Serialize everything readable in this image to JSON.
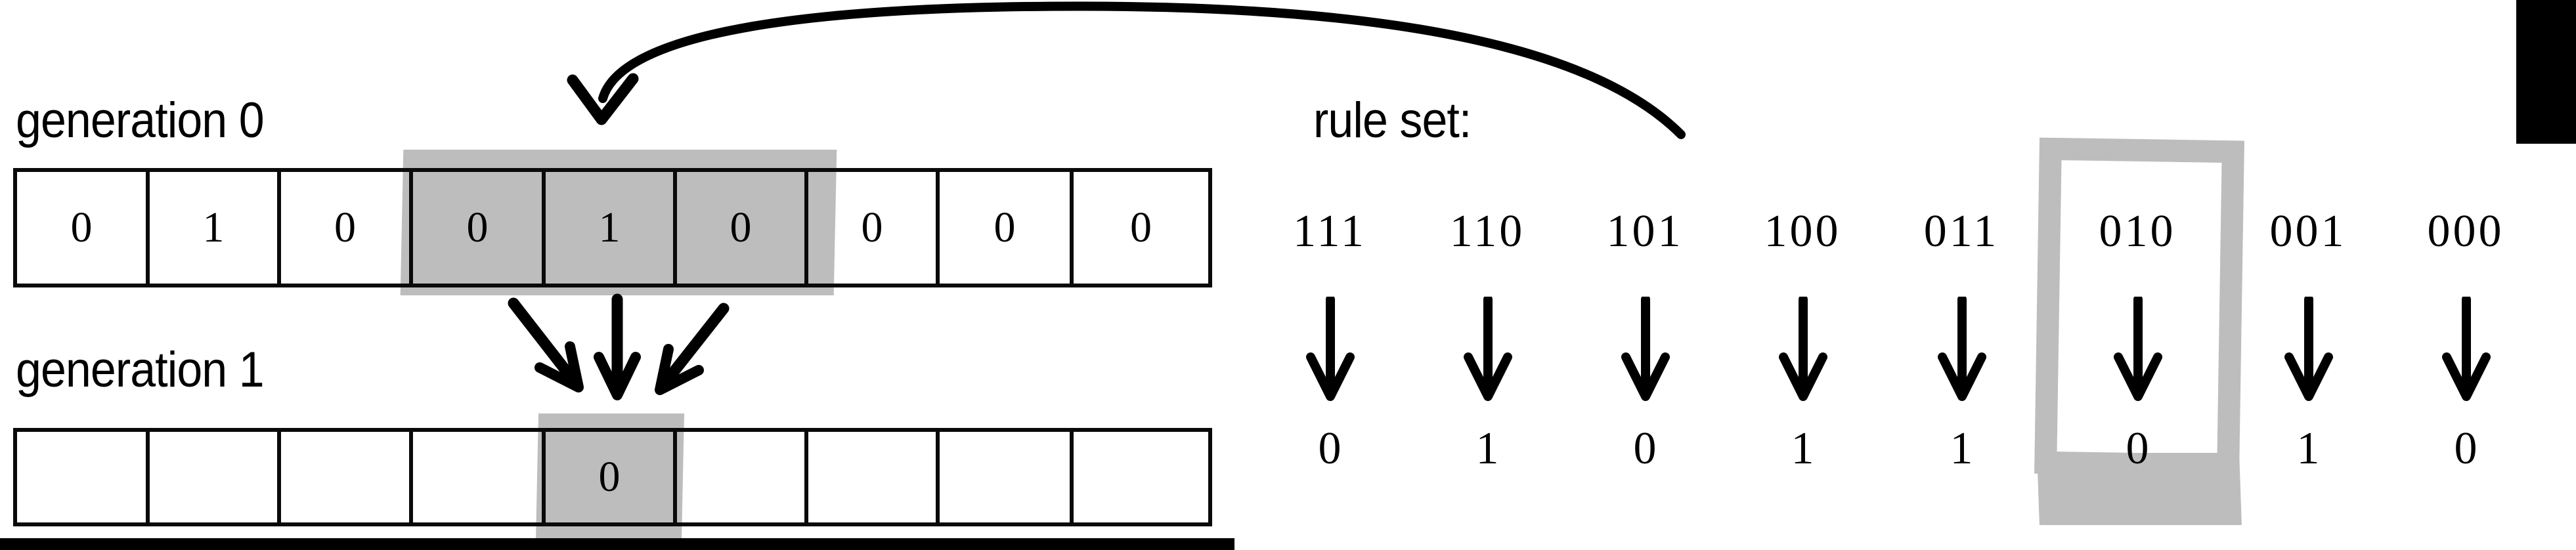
{
  "diagram": {
    "title_visible": false,
    "generation0": {
      "label": "generation 0",
      "cells": [
        "0",
        "1",
        "0",
        "0",
        "1",
        "0",
        "0",
        "0",
        "0"
      ],
      "highlighted_indices": [
        3,
        4,
        5
      ]
    },
    "generation1": {
      "label": "generation 1",
      "cells": [
        "",
        "",
        "",
        "",
        "0",
        "",
        "",
        "",
        ""
      ],
      "highlighted_indices": [
        4
      ]
    },
    "ruleset": {
      "label": "rule set:",
      "rules": [
        {
          "pattern": "111",
          "output": "0",
          "highlighted": false
        },
        {
          "pattern": "110",
          "output": "1",
          "highlighted": false
        },
        {
          "pattern": "101",
          "output": "0",
          "highlighted": false
        },
        {
          "pattern": "100",
          "output": "1",
          "highlighted": false
        },
        {
          "pattern": "011",
          "output": "1",
          "highlighted": false
        },
        {
          "pattern": "010",
          "output": "0",
          "highlighted": true
        },
        {
          "pattern": "001",
          "output": "1",
          "highlighted": false
        },
        {
          "pattern": "000",
          "output": "0",
          "highlighted": false
        }
      ]
    },
    "colors": {
      "ink": "#000000",
      "highlight": "#bdbdbd",
      "background": "#ffffff"
    },
    "annotations": {
      "curved_arrow": "rule-lookup-arrow",
      "converging_arrows_count": 3
    }
  }
}
